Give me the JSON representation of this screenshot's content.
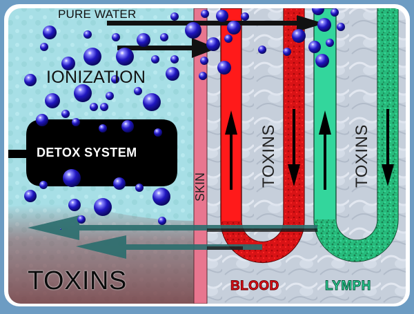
{
  "diagram": {
    "labels": {
      "pure_water": "PURE WATER",
      "ionization": "IONIZATION",
      "detox_system": "DETOX SYSTEM",
      "toxins_main": "TOXINS",
      "skin": "SKIN",
      "toxins_blood": "TOXINS",
      "toxins_lymph": "TOXINS",
      "blood": "BLOOD",
      "lymph": "LYMPH"
    },
    "colors": {
      "frame_outer": "#6d9cc3",
      "frame_inner": "#ffffff",
      "water_bg": "#a6e0e6",
      "skin": "#e8768f",
      "tissue_gray": "#c3ccd8",
      "blood_arterial": "#ff1a1a",
      "blood_venous": "#c40d10",
      "lymph_light": "#33d69c",
      "lymph_dark": "#1c9a5a",
      "ion_blue": "#1a14b0",
      "detox_body": "#000000",
      "toxin_arrow": "#2b6e6e",
      "toxin_stain": "#8a4a4f"
    }
  }
}
